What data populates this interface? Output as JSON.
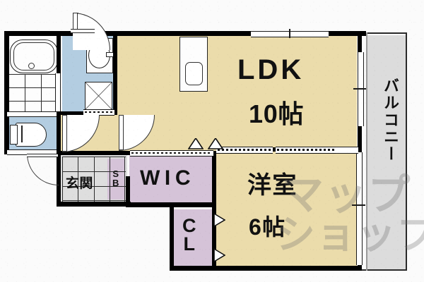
{
  "plan": {
    "title_rooms": {
      "ldk_name": "LDK",
      "ldk_size": "10帖",
      "room_name": "洋室",
      "room_size": "6帖",
      "wic": "WIC",
      "cl": "CL",
      "genkan": "玄関",
      "shoe_box_line1": "S",
      "shoe_box_line2": "B",
      "balcony": "バルコニー"
    },
    "watermark": {
      "line1": "マップ",
      "line2": "ショップ"
    },
    "colors": {
      "living_floor": "#ebdcab",
      "closet_floor": "#d5c3d8",
      "wet_area_floor": "#b3cde1",
      "balcony_floor": "#dcdcdc",
      "entrance_floor": "#dedede",
      "wall": "#000000",
      "background": "#fbfbfb"
    },
    "fixtures": {
      "bathtub": "bathtub",
      "wash_basin": "wash-basin",
      "washing_machine": "washing-machine-space",
      "toilet": "toilet",
      "kitchen_sink": "kitchen-sink"
    }
  }
}
